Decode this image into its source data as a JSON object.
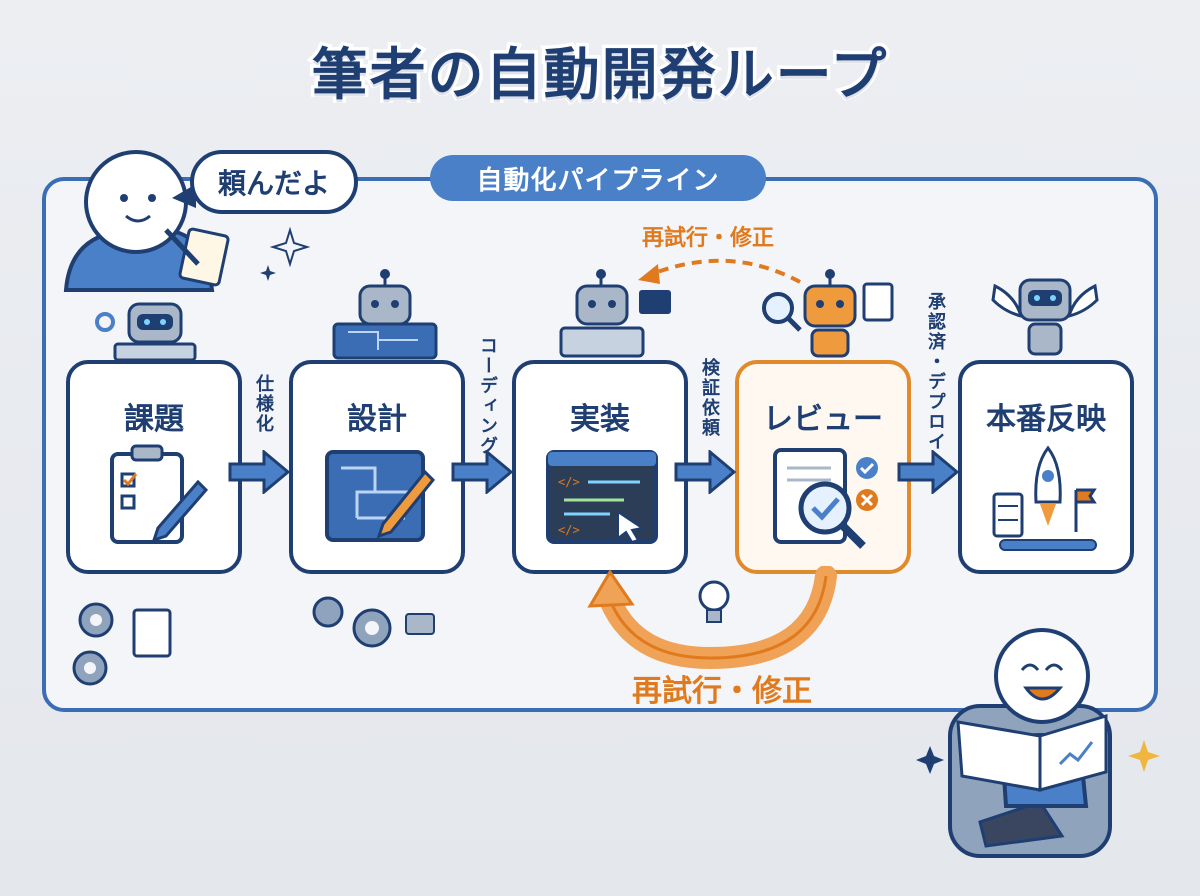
{
  "title": "筆者の自動開発ループ",
  "speech_bubble": "頼んだよ",
  "pipeline_label": "自動化パイプライン",
  "stages": [
    {
      "label": "課題"
    },
    {
      "label": "設計"
    },
    {
      "label": "実装"
    },
    {
      "label": "レビュー"
    },
    {
      "label": "本番反映"
    }
  ],
  "transitions": [
    {
      "label": "仕様化"
    },
    {
      "label": "コーディング"
    },
    {
      "label": "検証依頼"
    },
    {
      "label": "承認済・デプロイ"
    }
  ],
  "retry_top": "再試行・修正",
  "retry_bottom": "再試行・修正",
  "colors": {
    "navy": "#1f3f73",
    "blue": "#4a80c8",
    "orange": "#e07a1f",
    "background": "#eceef2"
  }
}
